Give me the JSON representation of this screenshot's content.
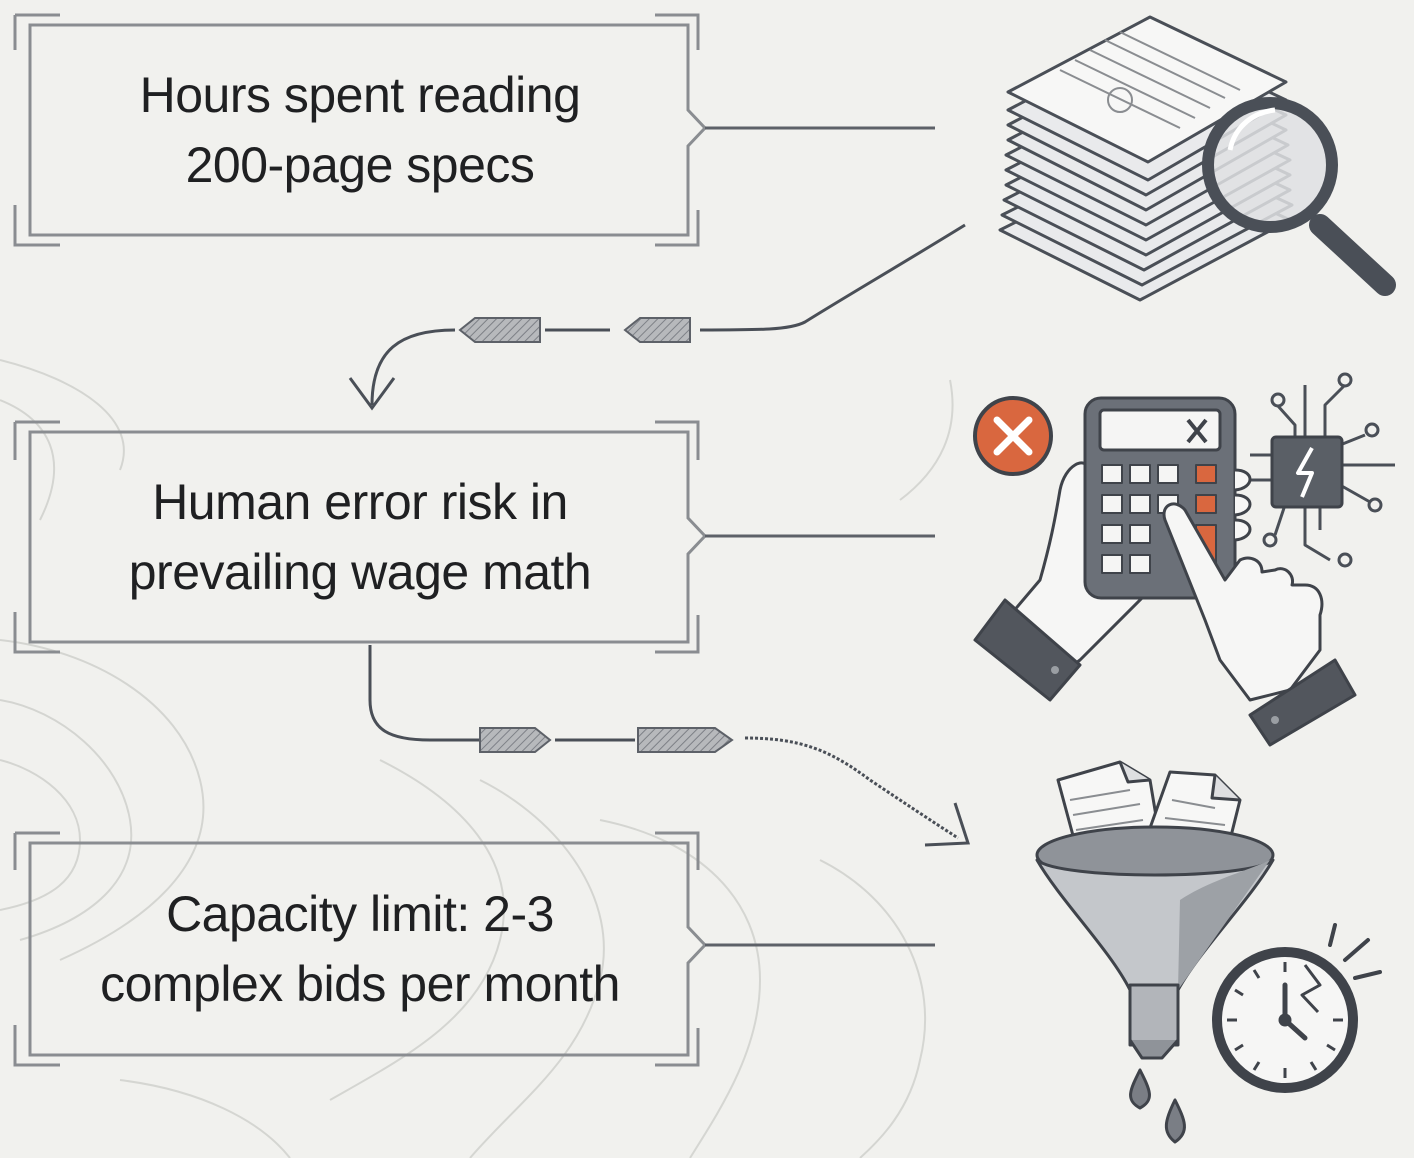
{
  "diagram": {
    "steps": [
      {
        "lines": [
          "Hours spent reading",
          "200-page specs"
        ],
        "icon": "document-stack-magnifier-icon"
      },
      {
        "lines": [
          "Human error risk in",
          "prevailing wage math"
        ],
        "icon": "calculator-error-circuit-icon"
      },
      {
        "lines": [
          "Capacity limit: 2-3",
          "complex bids per month"
        ],
        "icon": "funnel-clock-icon"
      }
    ],
    "colors": {
      "background": "#f1f1ee",
      "ink": "#4a4f57",
      "frame": "#8a8d91",
      "accent": "#d9673f",
      "metal": "#b9bcc0"
    }
  }
}
